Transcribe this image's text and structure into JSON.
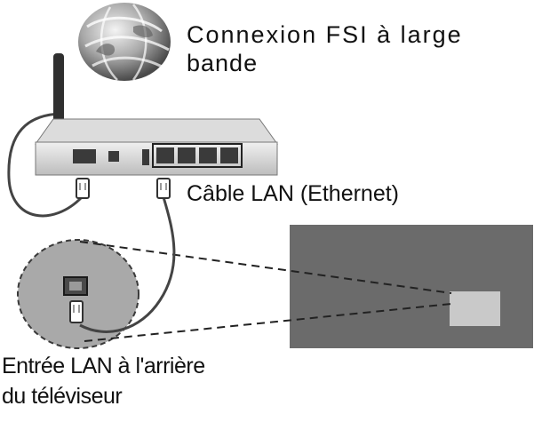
{
  "labels": {
    "isp_line1": "Connexion FSI à large",
    "isp_line2": "bande",
    "lan_cable": "Câble LAN (Ethernet)",
    "tv_input_line1": "Entrée LAN à l'arrière",
    "tv_input_line2": "du téléviseur"
  },
  "colors": {
    "tv_panel": "#6b6b6b",
    "tv_port_highlight": "#c9c9c9",
    "zoom_circle": "#a9a9a9",
    "router_body": "#d6d6d6",
    "cable": "#555555"
  },
  "icons": [
    "globe-icon",
    "router-icon",
    "antenna-icon",
    "ethernet-plug-icon",
    "lan-port-icon"
  ]
}
